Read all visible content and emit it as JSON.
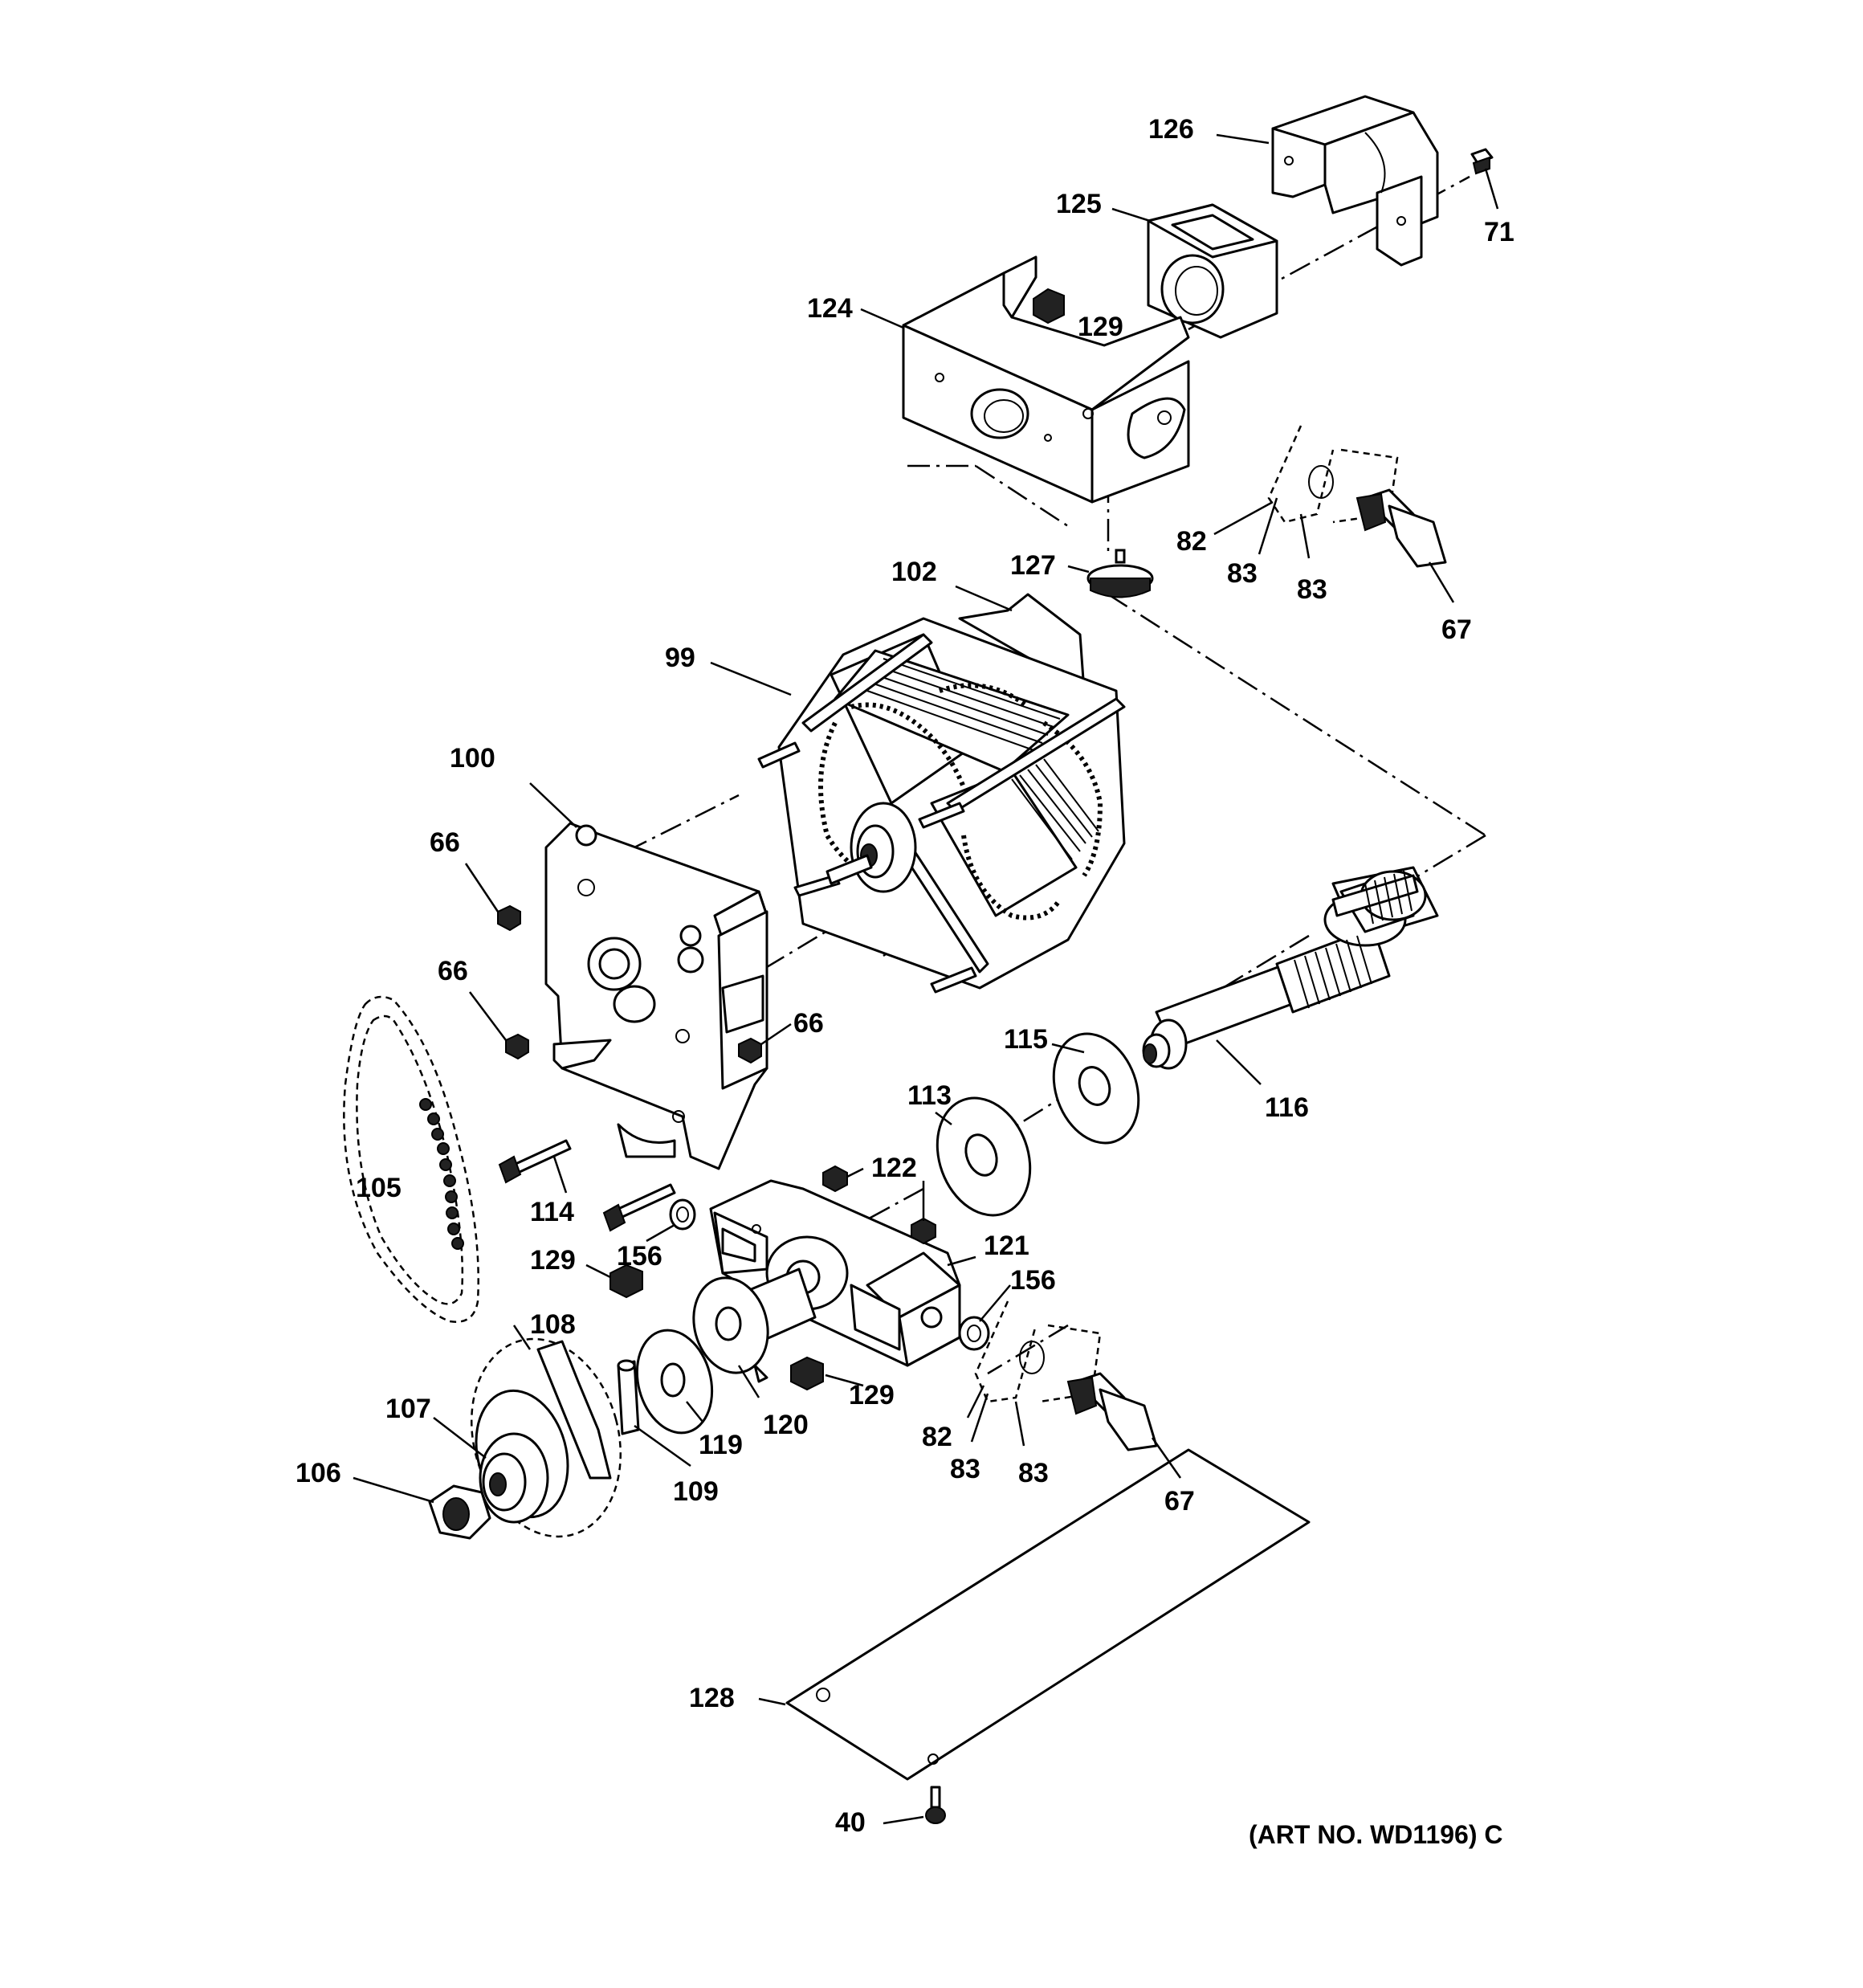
{
  "labels": [
    {
      "id": "126",
      "text": "126"
    },
    {
      "id": "125",
      "text": "125"
    },
    {
      "id": "71",
      "text": "71"
    },
    {
      "id": "124",
      "text": "124"
    },
    {
      "id": "129a",
      "text": "129"
    },
    {
      "id": "82a",
      "text": "82"
    },
    {
      "id": "83a",
      "text": "83"
    },
    {
      "id": "83b",
      "text": "83"
    },
    {
      "id": "127",
      "text": "127"
    },
    {
      "id": "67a",
      "text": "67"
    },
    {
      "id": "102",
      "text": "102"
    },
    {
      "id": "99",
      "text": "99"
    },
    {
      "id": "100",
      "text": "100"
    },
    {
      "id": "66a",
      "text": "66"
    },
    {
      "id": "66b",
      "text": "66"
    },
    {
      "id": "66c",
      "text": "66"
    },
    {
      "id": "115",
      "text": "115"
    },
    {
      "id": "116",
      "text": "116"
    },
    {
      "id": "113",
      "text": "113"
    },
    {
      "id": "105",
      "text": "105"
    },
    {
      "id": "122",
      "text": "122"
    },
    {
      "id": "114",
      "text": "114"
    },
    {
      "id": "156a",
      "text": "156"
    },
    {
      "id": "121",
      "text": "121"
    },
    {
      "id": "129b",
      "text": "129"
    },
    {
      "id": "156b",
      "text": "156"
    },
    {
      "id": "108",
      "text": "108"
    },
    {
      "id": "129c",
      "text": "129"
    },
    {
      "id": "107",
      "text": "107"
    },
    {
      "id": "119",
      "text": "119"
    },
    {
      "id": "120",
      "text": "120"
    },
    {
      "id": "82b",
      "text": "82"
    },
    {
      "id": "83c",
      "text": "83"
    },
    {
      "id": "83d",
      "text": "83"
    },
    {
      "id": "106",
      "text": "106"
    },
    {
      "id": "109",
      "text": "109"
    },
    {
      "id": "67b",
      "text": "67"
    },
    {
      "id": "128",
      "text": "128"
    },
    {
      "id": "40",
      "text": "40"
    }
  ],
  "art_number": "(ART NO. WD1196) C"
}
